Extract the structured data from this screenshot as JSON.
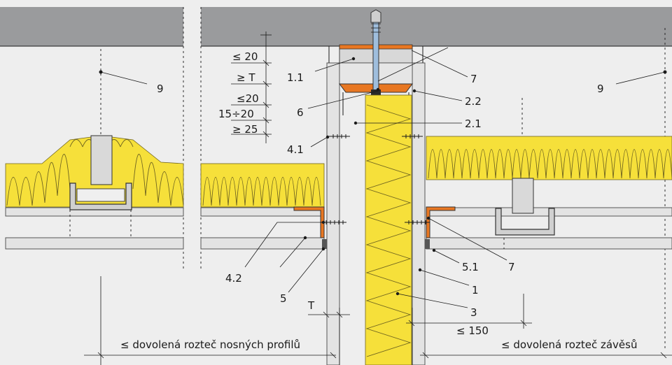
{
  "labels": {
    "l1_1": "1.1",
    "l7a": "7",
    "l2_2": "2.2",
    "l6": "6",
    "l2_1": "2.1",
    "l4_1": "4.1",
    "l9a": "9",
    "l9b": "9",
    "l4_2": "4.2",
    "l5": "5",
    "l5_1": "5.1",
    "l7b": "7",
    "l1": "1",
    "l3": "3"
  },
  "dimensions": {
    "d1": "≤ 20",
    "d2": "≥ T",
    "d3": "≤20",
    "d4": "15÷20",
    "d5": "≥ 25",
    "t": "T",
    "max150": "≤ 150",
    "span_left": "≤ dovolená rozteč nosných profilů",
    "span_right": "≤ dovolená rozteč závěsů"
  },
  "colors": {
    "ceiling": "#9a9b9d",
    "insulation": "#f6e03a",
    "tape": "#e87722",
    "board": "#e3e3e3",
    "background": "#eeeeee"
  }
}
